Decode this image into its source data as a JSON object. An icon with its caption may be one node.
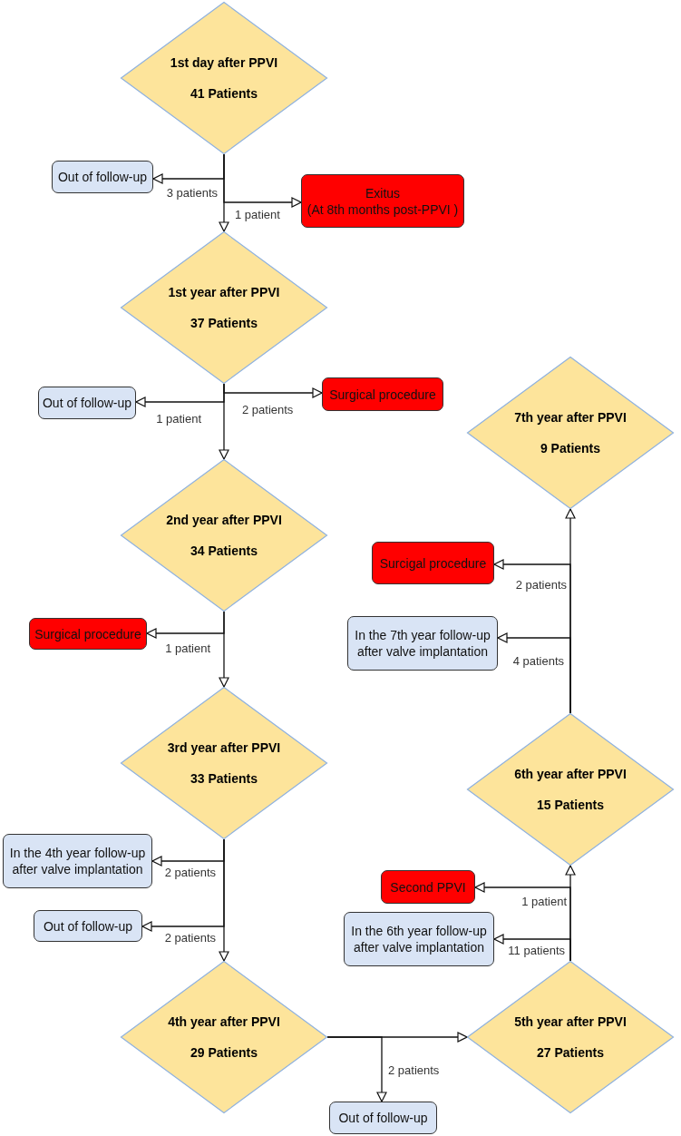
{
  "diagram": {
    "nodes": [
      {
        "text": [
          "1st day after PPVI",
          "41 Patients"
        ]
      },
      {
        "text": [
          "Out of follow-up"
        ]
      },
      {
        "text": [
          "Exitus",
          "(At 8th months post-PPVI )"
        ]
      },
      {
        "text": [
          "1st year after PPVI",
          "37 Patients"
        ]
      },
      {
        "text": [
          "Out of follow-up"
        ]
      },
      {
        "text": [
          "Surgical procedure"
        ]
      },
      {
        "text": [
          "2nd year after PPVI",
          "34 Patients"
        ]
      },
      {
        "text": [
          "Surgical procedure"
        ]
      },
      {
        "text": [
          "3rd year after PPVI",
          "33 Patients"
        ]
      },
      {
        "text": [
          "In the 4th year follow-up after valve implantation"
        ]
      },
      {
        "text": [
          "Out of follow-up"
        ]
      },
      {
        "text": [
          "4th year after PPVI",
          "29 Patients"
        ]
      },
      {
        "text": [
          "Out of follow-up"
        ]
      },
      {
        "text": [
          "5th year after PPVI",
          "27 Patients"
        ]
      },
      {
        "text": [
          "In the 6th year follow-up after valve implantation"
        ]
      },
      {
        "text": [
          "Second PPVI"
        ]
      },
      {
        "text": [
          "6th year after PPVI",
          "15 Patients"
        ]
      },
      {
        "text": [
          "In the 7th year follow-up after valve implantation"
        ]
      },
      {
        "text": [
          "Surcigal procedure"
        ]
      },
      {
        "text": [
          "7th year after PPVI",
          "9 Patients"
        ]
      }
    ],
    "edges": [
      {
        "from": 0,
        "to": 1,
        "arrow": "to",
        "label": "3 patients"
      },
      {
        "from": 0,
        "to": 2,
        "arrow": "to",
        "label": "1 patient"
      },
      {
        "from": 0,
        "to": 3,
        "arrow": "to"
      },
      {
        "from": 3,
        "to": 4,
        "arrow": "to",
        "label": "1 patient"
      },
      {
        "from": 3,
        "to": 5,
        "arrow": "to",
        "label": "2 patients"
      },
      {
        "from": 3,
        "to": 6,
        "arrow": "to"
      },
      {
        "from": 6,
        "to": 7,
        "arrow": "to",
        "label": "1 patient"
      },
      {
        "from": 6,
        "to": 8,
        "arrow": "to"
      },
      {
        "from": 8,
        "to": 9,
        "arrow": "to",
        "label": "2 patients"
      },
      {
        "from": 8,
        "to": 10,
        "arrow": "to",
        "label": "2 patients"
      },
      {
        "from": 8,
        "to": 11,
        "arrow": "to"
      },
      {
        "from": 11,
        "to": 12,
        "arrow": "to",
        "label": "2 patients"
      },
      {
        "from": 11,
        "to": 13,
        "arrow": "to"
      },
      {
        "from": 13,
        "to": 14,
        "arrow": "to",
        "label": "11 patients"
      },
      {
        "from": 13,
        "to": 15,
        "arrow": "to",
        "label": "1 patient"
      },
      {
        "from": 13,
        "to": 16,
        "arrow": "to"
      },
      {
        "from": 16,
        "to": 17,
        "arrow": "to",
        "label": "4 patients"
      },
      {
        "from": 16,
        "to": 18,
        "arrow": "to",
        "label": "2 patients"
      },
      {
        "from": 16,
        "to": 19,
        "arrow": "to"
      }
    ]
  }
}
